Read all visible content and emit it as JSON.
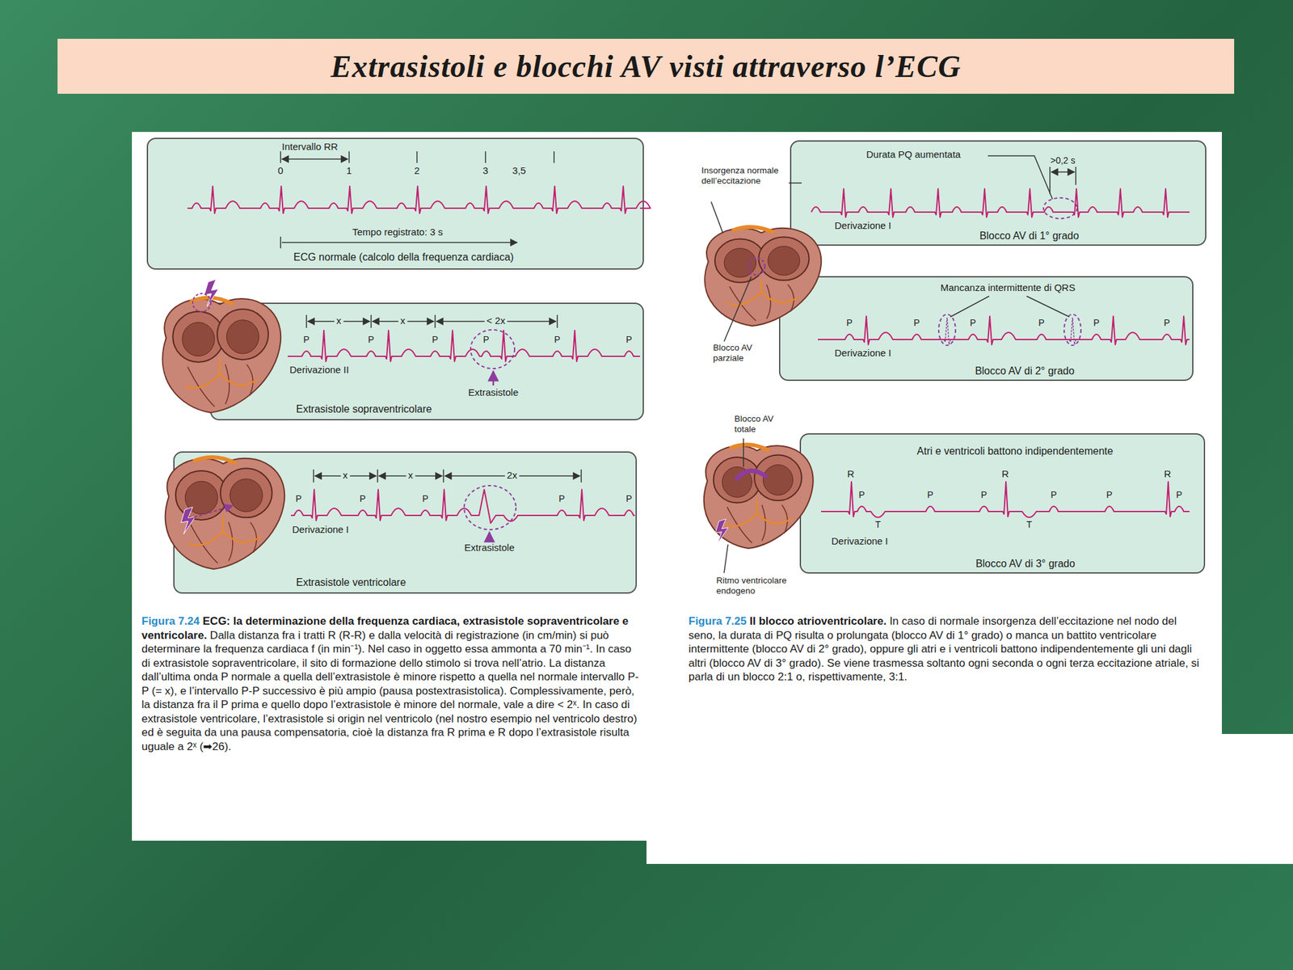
{
  "diagram": {
    "title": "Extrasistoli e blocchi AV visti attraverso l’ECG",
    "nodes": [
      {
        "text": [
          "Figura 7.24",
          "ECG: la determinazione della frequenza cardiaca, extrasistole sopraventricolare e ventricolare.",
          "Dalla distanza fra i tratti R (R-R) e dalla velocità di registrazione (in cm/min) si può determinare la frequenza cardiaca f (in min⁻¹). Nel caso in oggetto essa ammonta a 70 min⁻¹. In caso di extrasistole sopraventricolare, il sito di formazione dello stimolo si trova nell’atrio. La distanza dall’ultima onda P normale a quella dell’extrasistole è minore rispetto a quella nel normale intervallo P-P (= x), e l’intervallo P-P successivo è più ampio (pausa postextrasistolica). Complessivamente, però, la distanza fra il P prima e quello dopo l’extrasistole è minore del normale, vale a dire < 2ˣ. In caso di extrasistole ventricolare, l’extrasistole si origin nel ventricolo (nel nostro esempio nel ventricolo destro) ed è seguita da una pausa compensatoria, cioè la distanza fra R prima e R dopo l’extrasistole risulta uguale a 2ˣ (➡26)."
        ]
      },
      {
        "text": [
          "ECG normale (calcolo della frequenza cardiaca)"
        ],
        "in": 0
      },
      {
        "text": [
          "Extrasistole sopraventricolare"
        ],
        "in": 0
      },
      {
        "text": [
          "Extrasistole ventricolare"
        ],
        "in": 0
      },
      {
        "text": [
          "Figura 7.25",
          "Il blocco atrioventricolare.",
          "In caso di normale insorgenza dell’eccitazione nel nodo del seno, la durata di PQ risulta o prolungata (blocco AV di 1° grado) o manca un battito ventricolare intermittente (blocco AV di 2° grado), oppure gli atri e i ventricoli battono indipendentemente gli uni dagli altri (blocco AV di 3° grado). Se viene trasmessa soltanto ogni seconda o ogni terza eccitazione atriale, si parla di un blocco 2:1 o, rispettivamente, 3:1."
        ]
      },
      {
        "text": [
          "Blocco AV di 1° grado"
        ],
        "in": 4
      },
      {
        "text": [
          "Blocco AV di 2° grado"
        ],
        "in": 4
      },
      {
        "text": [
          "Atri e ventricoli battono indipendentemente",
          "Blocco AV di 3° grado"
        ],
        "in": 4
      }
    ],
    "labels": [
      "Intervallo RR",
      "0",
      "1",
      "2",
      "3",
      "3,5",
      "Tempo registrato: 3 s",
      "x",
      "x",
      "< 2x",
      "P",
      "P",
      "P",
      "P",
      "P",
      "P",
      "Derivazione II",
      "Extrasistole",
      "x",
      "x",
      "2x",
      "P",
      "P",
      "P",
      "P",
      "P",
      "Derivazione I",
      "Extrasistole",
      "Insorgenza normale dell’eccitazione",
      "Durata PQ aumentata",
      ">0,2 s",
      "Derivazione I",
      "Mancanza intermittente di QRS",
      "P",
      "P",
      "P",
      "P",
      "P",
      "P",
      "Derivazione I",
      "Blocco AV parziale",
      "Blocco AV totale",
      "R",
      "R",
      "R",
      "P",
      "P",
      "P",
      "P",
      "P",
      "P",
      "T",
      "T",
      "Derivazione I",
      "Ritmo ventricolare endogeno"
    ]
  }
}
